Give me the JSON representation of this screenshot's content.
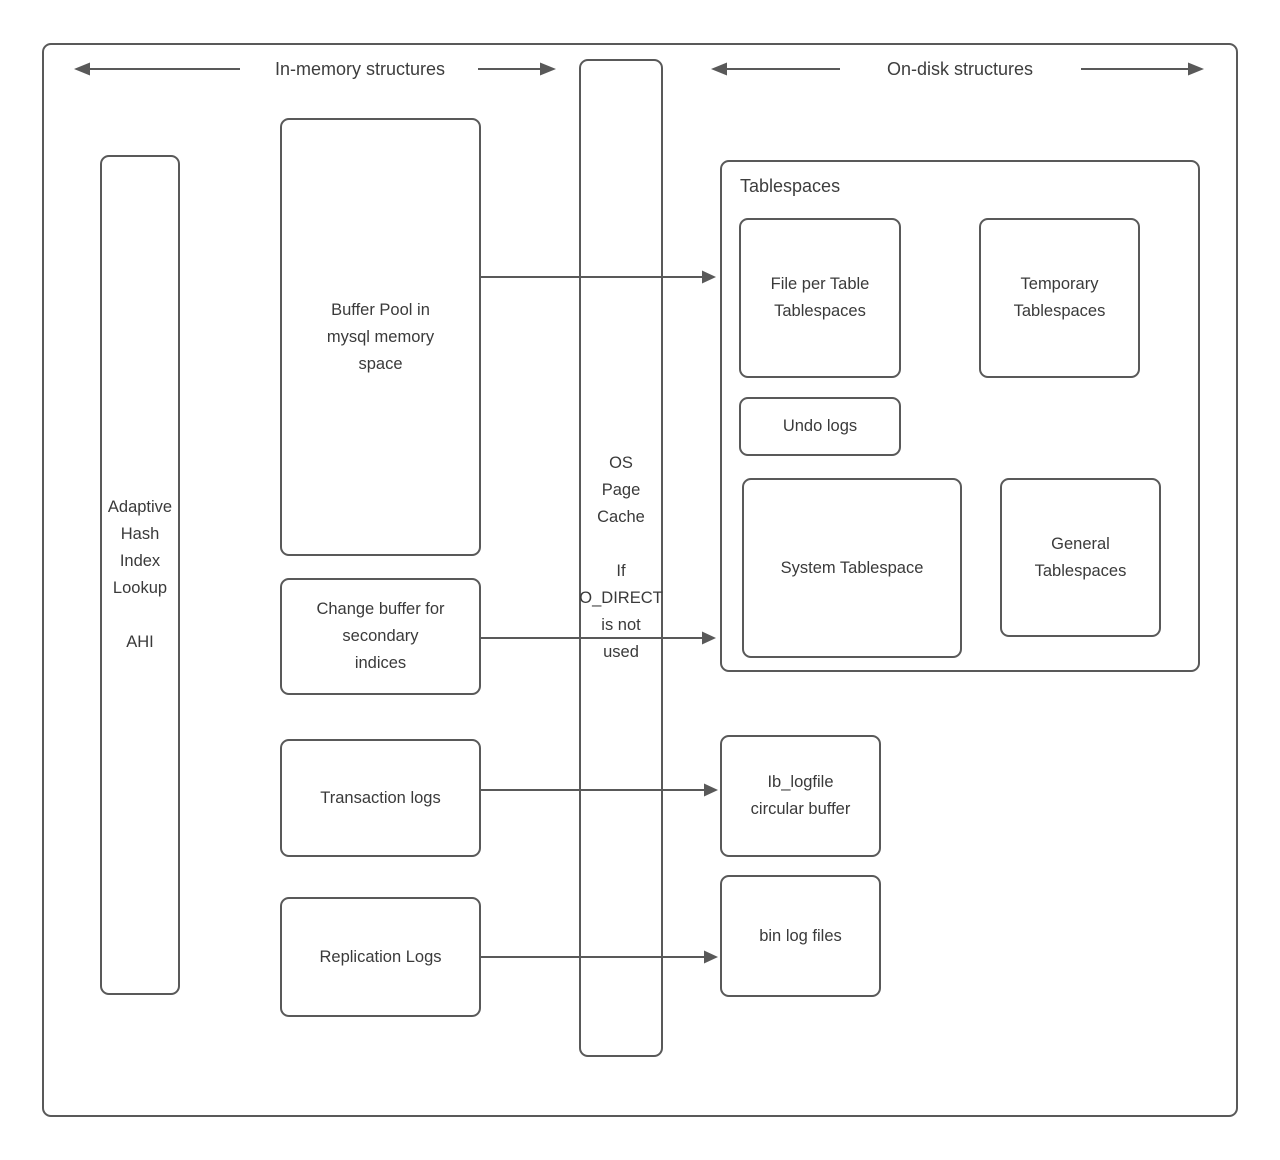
{
  "palette": {
    "border_color": "#595959",
    "text_color": "#3a3a3a",
    "background": "#ffffff"
  },
  "headers": {
    "in_memory": "In-memory structures",
    "on_disk": "On-disk structures"
  },
  "in_memory": {
    "ahi": "Adaptive\nHash\nIndex\nLookup\n\nAHI",
    "buffer_pool": "Buffer Pool in\nmysql memory\nspace",
    "change_buffer": "Change buffer for\nsecondary\nindices",
    "transaction_logs": "Transaction logs",
    "replication_logs": "Replication Logs"
  },
  "cache": {
    "os_page_cache": "OS\nPage\nCache\n\nIf\nO_DIRECT\nis not\nused"
  },
  "on_disk": {
    "tablespaces_title": "Tablespaces",
    "file_per_table": "File per Table\nTablespaces",
    "temporary": "Temporary\nTablespaces",
    "undo_logs": "Undo logs",
    "system_tablespace": "System Tablespace",
    "general_tablespaces": "General\nTablespaces",
    "ib_logfile": "Ib_logfile\ncircular buffer",
    "bin_log_files": "bin log files"
  }
}
